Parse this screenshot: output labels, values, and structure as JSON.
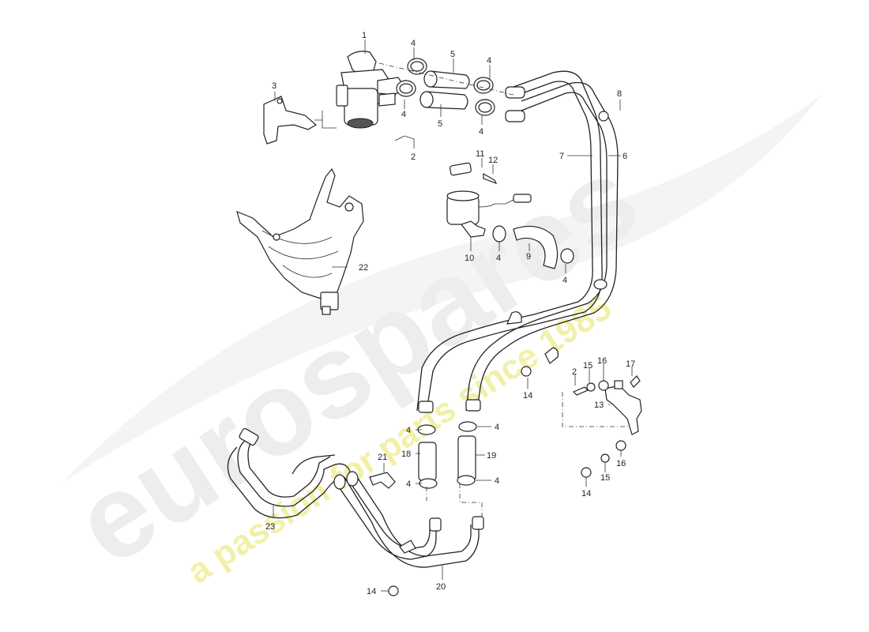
{
  "watermark": {
    "brand": "eurospares",
    "tagline": "a passion for parts since 1985",
    "brand_color": "#ededed",
    "tagline_color": "#f2f0a8"
  },
  "callouts": [
    {
      "id": "c1",
      "text": "1"
    },
    {
      "id": "c2a",
      "text": "2"
    },
    {
      "id": "c2b",
      "text": "2"
    },
    {
      "id": "c3",
      "text": "3"
    },
    {
      "id": "c4a",
      "text": "4"
    },
    {
      "id": "c4b",
      "text": "4"
    },
    {
      "id": "c4c",
      "text": "4"
    },
    {
      "id": "c4d",
      "text": "4"
    },
    {
      "id": "c4e",
      "text": "4"
    },
    {
      "id": "c4f",
      "text": "4"
    },
    {
      "id": "c4g",
      "text": "4"
    },
    {
      "id": "c4h",
      "text": "4"
    },
    {
      "id": "c4i",
      "text": "4"
    },
    {
      "id": "c4j",
      "text": "4"
    },
    {
      "id": "c4k",
      "text": "4"
    },
    {
      "id": "c5a",
      "text": "5"
    },
    {
      "id": "c5b",
      "text": "5"
    },
    {
      "id": "c6",
      "text": "6"
    },
    {
      "id": "c7",
      "text": "7"
    },
    {
      "id": "c8",
      "text": "8"
    },
    {
      "id": "c9",
      "text": "9"
    },
    {
      "id": "c10",
      "text": "10"
    },
    {
      "id": "c11",
      "text": "11"
    },
    {
      "id": "c12",
      "text": "12"
    },
    {
      "id": "c13",
      "text": "13"
    },
    {
      "id": "c14a",
      "text": "14"
    },
    {
      "id": "c14b",
      "text": "14"
    },
    {
      "id": "c14c",
      "text": "14"
    },
    {
      "id": "c15a",
      "text": "15"
    },
    {
      "id": "c15b",
      "text": "15"
    },
    {
      "id": "c16a",
      "text": "16"
    },
    {
      "id": "c16b",
      "text": "16"
    },
    {
      "id": "c17",
      "text": "17"
    },
    {
      "id": "c18",
      "text": "18"
    },
    {
      "id": "c19",
      "text": "19"
    },
    {
      "id": "c20",
      "text": "20"
    },
    {
      "id": "c21",
      "text": "21"
    },
    {
      "id": "c22",
      "text": "22"
    },
    {
      "id": "c23",
      "text": "23"
    }
  ]
}
